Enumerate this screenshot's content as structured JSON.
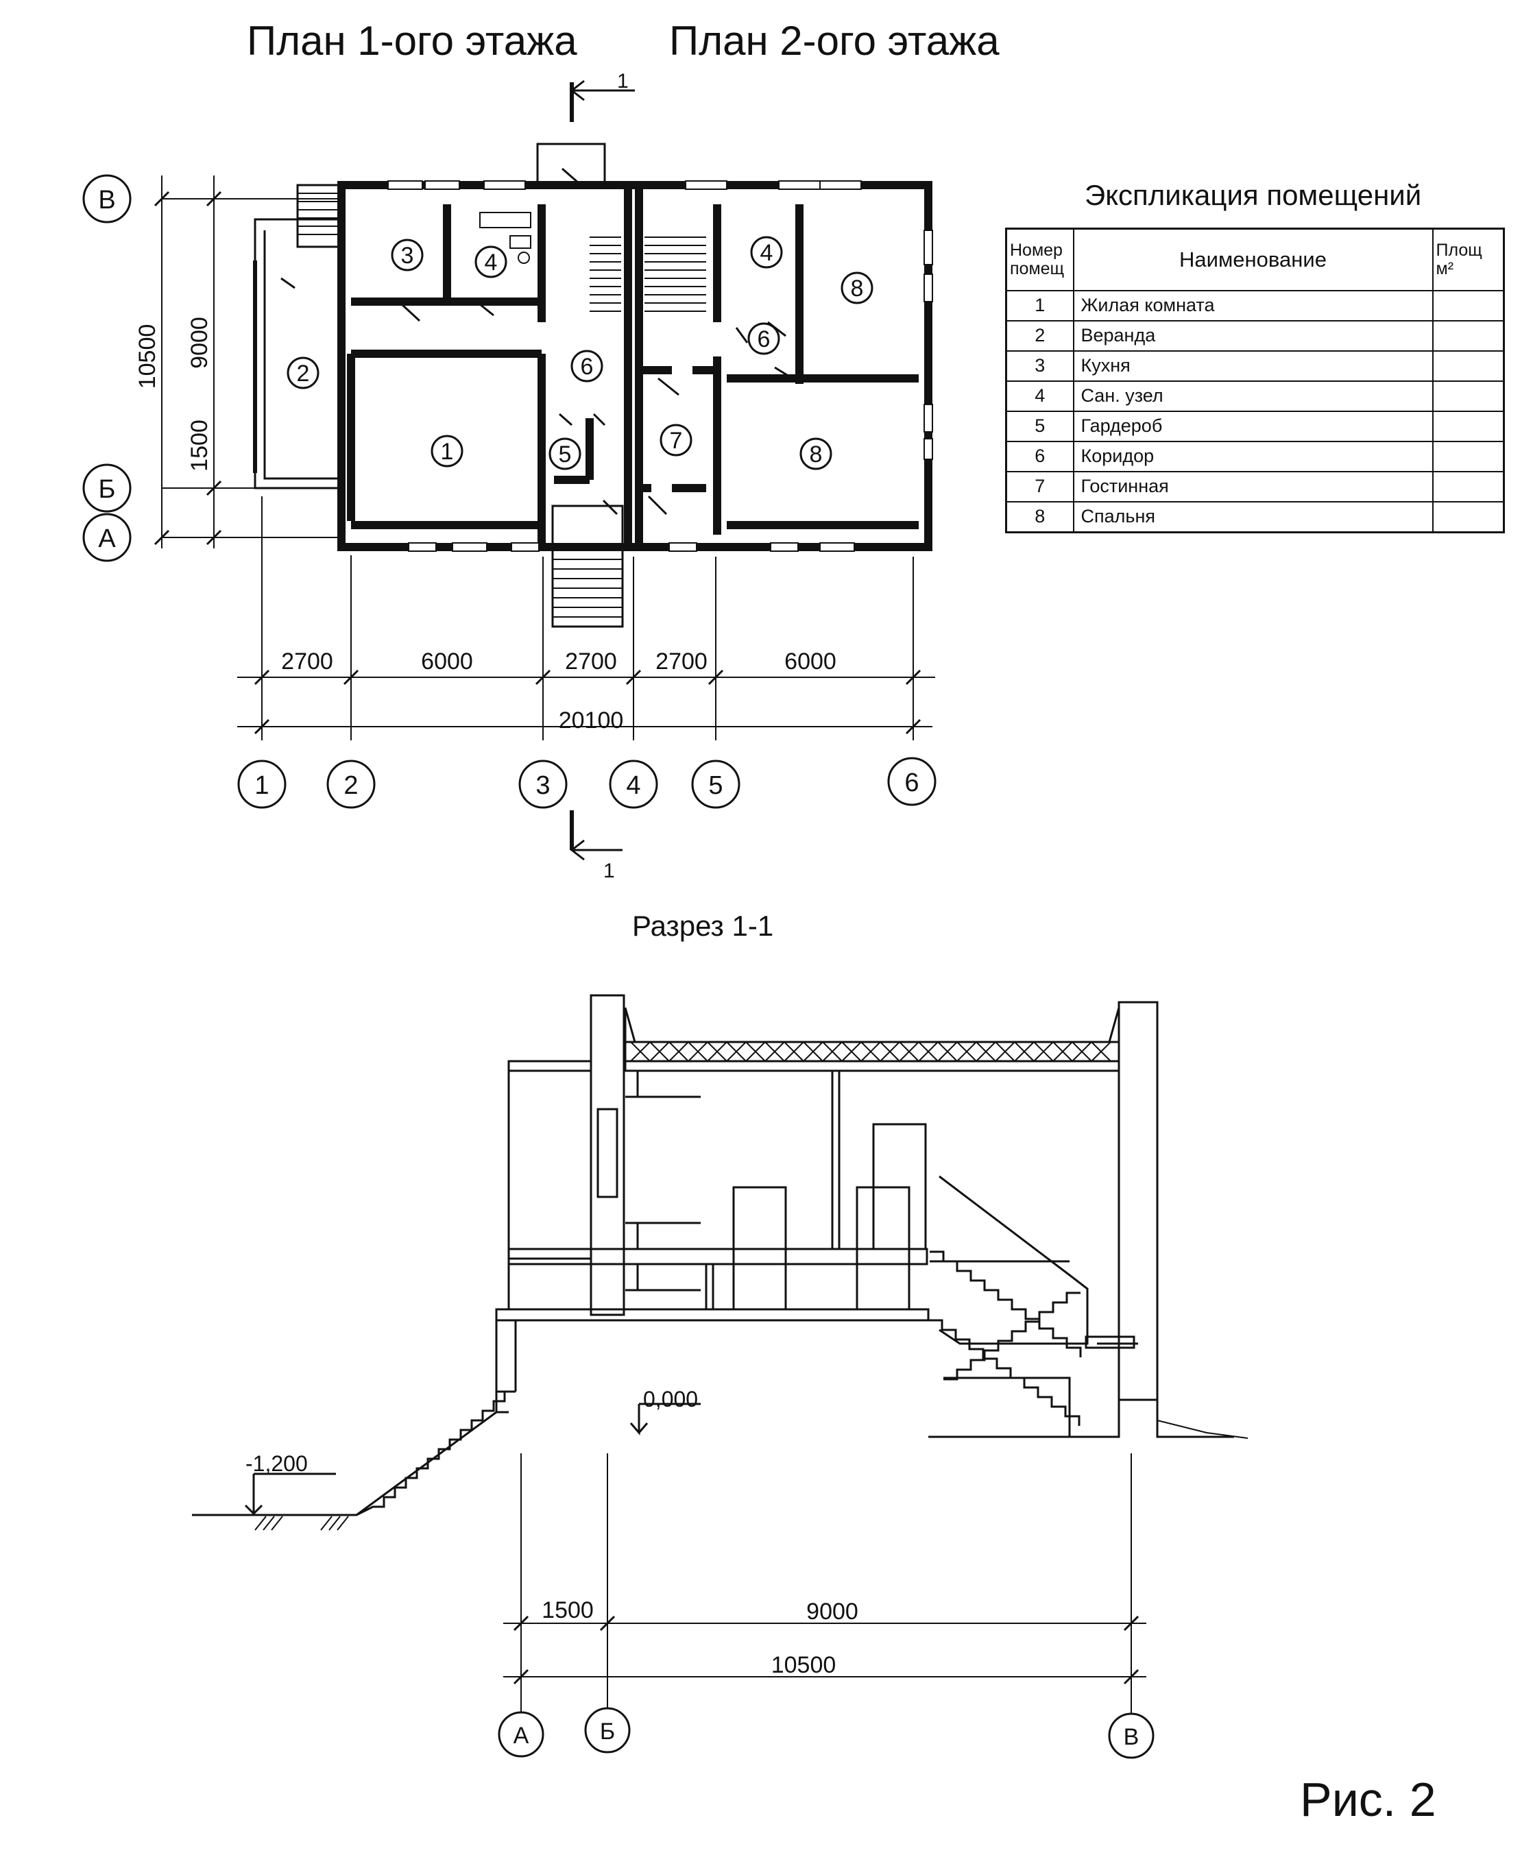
{
  "titles": {
    "plan1": "План 1-ого этажа",
    "plan2": "План 2-ого этажа",
    "section": "Разрез 1-1",
    "figure": "Рис. 2"
  },
  "section_marker": "1",
  "explication": {
    "title": "Экспликация помещений",
    "headers": {
      "number": "Номер помещ",
      "name": "Наименование",
      "area": "Площ м²"
    },
    "rows": [
      {
        "num": "1",
        "name": "Жилая комната",
        "area": ""
      },
      {
        "num": "2",
        "name": "Веранда",
        "area": ""
      },
      {
        "num": "3",
        "name": "Кухня",
        "area": ""
      },
      {
        "num": "4",
        "name": "Сан. узел",
        "area": ""
      },
      {
        "num": "5",
        "name": "Гардероб",
        "area": ""
      },
      {
        "num": "6",
        "name": "Коридор",
        "area": ""
      },
      {
        "num": "7",
        "name": "Гостинная",
        "area": ""
      },
      {
        "num": "8",
        "name": "Спальня",
        "area": ""
      }
    ]
  },
  "plan": {
    "axes_letters": [
      "В",
      "Б",
      "А"
    ],
    "axes_numbers": [
      "1",
      "2",
      "3",
      "4",
      "5",
      "6"
    ],
    "rooms_floor1": [
      "3",
      "4",
      "2",
      "6",
      "1",
      "5"
    ],
    "rooms_floor2": [
      "4",
      "8",
      "6",
      "7",
      "8"
    ],
    "dims_horizontal": [
      "2700",
      "6000",
      "2700",
      "2700",
      "6000"
    ],
    "dim_total_horizontal": "20100",
    "dims_vertical": [
      "9000",
      "1500"
    ],
    "dim_total_vertical": "10500"
  },
  "section_view": {
    "level_zero": "0,000",
    "level_ground": "-1,200",
    "dims": [
      "1500",
      "9000"
    ],
    "dim_total": "10500",
    "axes": [
      "А",
      "Б",
      "В"
    ]
  }
}
